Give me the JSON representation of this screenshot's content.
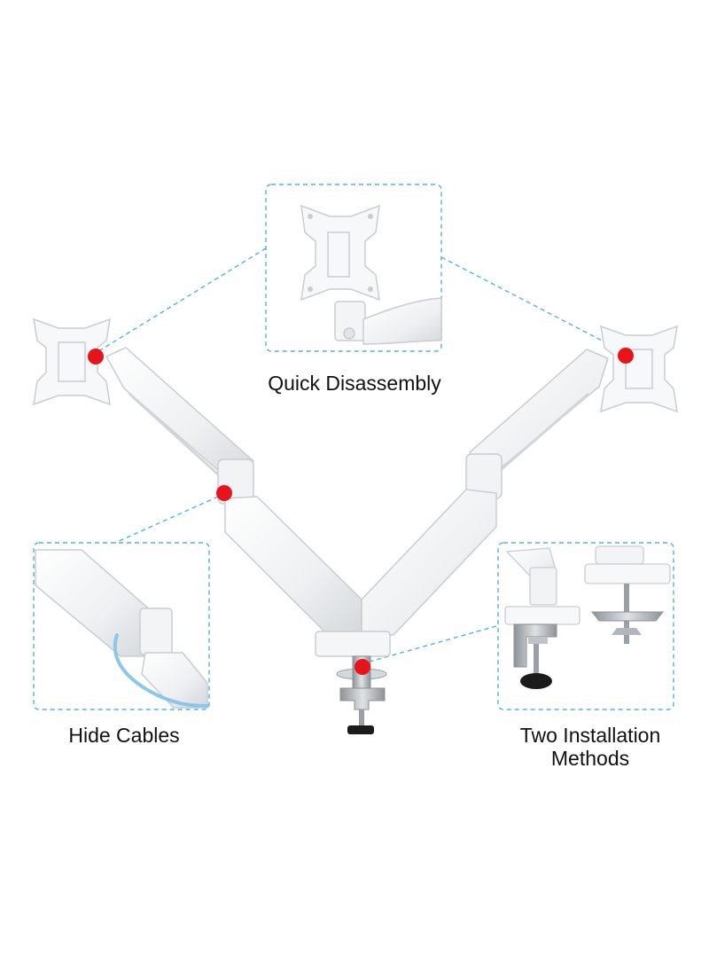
{
  "callouts": {
    "quick_disassembly": "Quick Disassembly",
    "hide_cables": "Hide Cables",
    "two_installation_line1": "Two Installation",
    "two_installation_line2": "Methods"
  },
  "colors": {
    "accent_dashed": "#4fb3e0",
    "hotspot": "#e8141c",
    "arm_body": "#f4f5f6",
    "arm_shadow": "#d7dadd",
    "metal": "#a9adb2"
  },
  "icons": [
    "hotspot-dot",
    "vesa-plate",
    "gas-spring-arm",
    "desk-clamp",
    "grommet-base"
  ]
}
